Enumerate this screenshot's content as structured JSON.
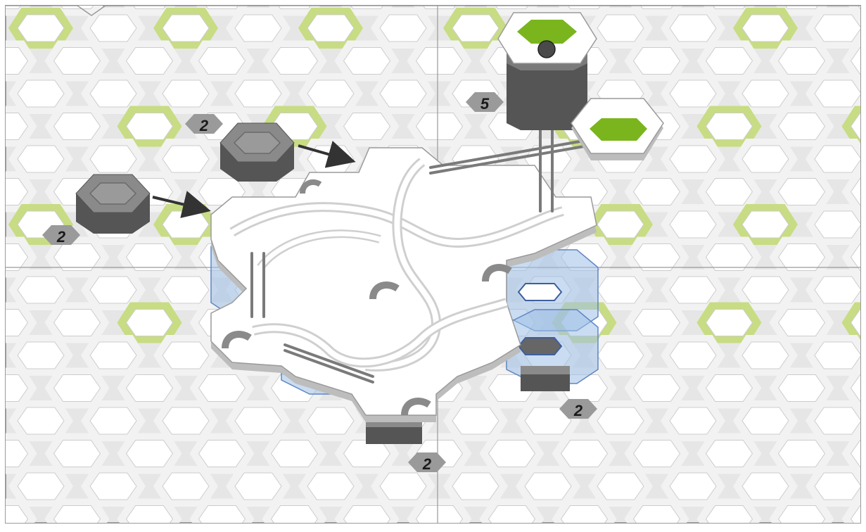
{
  "colors": {
    "board_bg": "#e6e6e6",
    "hole_gray": "#f2f2f2",
    "hole_green": "#c8dc84",
    "hole_center": "#ffffff",
    "tile_white": "#ffffff",
    "tile_side": "#bdbdbd",
    "blue_overlay": "#9fbfe6",
    "pillar_dark": "#707070",
    "accent_green": "#7ab51d",
    "badge_gray": "#9a9a9a",
    "arrow": "#333333"
  },
  "icons": {
    "badge": "hexagon-count-badge",
    "arrow": "placement-arrow",
    "marble": "marble-ball",
    "pillar": "height-stack"
  },
  "badges": [
    {
      "id": "stack-left",
      "label": "2"
    },
    {
      "id": "stack-middle",
      "label": "2"
    },
    {
      "id": "tower",
      "label": "5"
    },
    {
      "id": "under-right",
      "label": "2"
    },
    {
      "id": "under-bottom",
      "label": "2"
    }
  ]
}
